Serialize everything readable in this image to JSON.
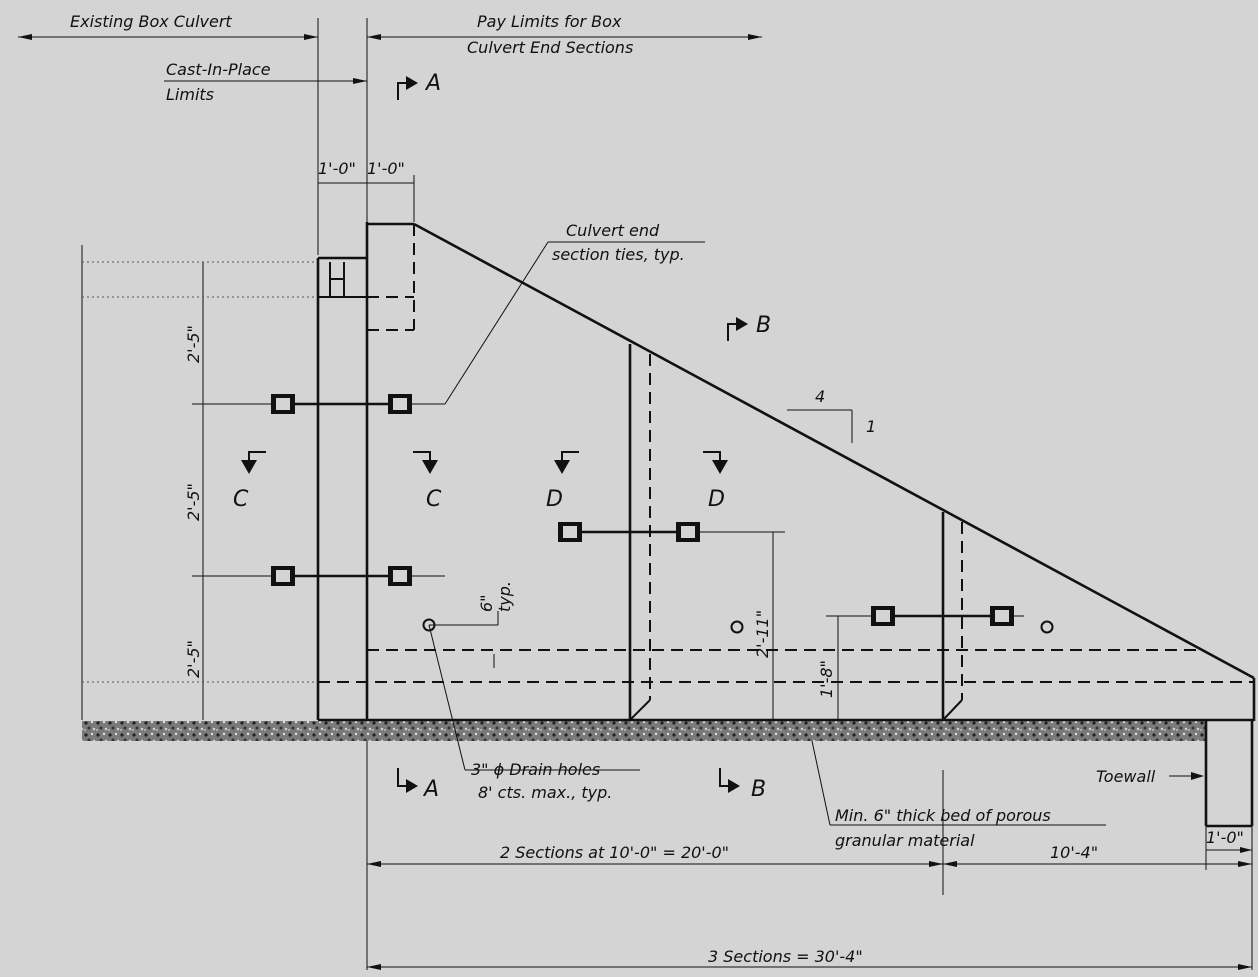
{
  "labels": {
    "existing_box_culvert": "Existing Box Culvert",
    "pay_limits_line1": "Pay Limits for Box",
    "pay_limits_line2": "Culvert End Sections",
    "cast_in_place_line1": "Cast-In-Place",
    "cast_in_place_line2": "Limits",
    "dim_1ft_left": "1'-0\"",
    "dim_1ft_right": "1'-0\"",
    "ties_line1": "Culvert end",
    "ties_line2": "section ties, typ.",
    "slope_run": "4",
    "slope_rise": "1",
    "dim_2ft5_top": "2'-5\"",
    "dim_2ft5_mid": "2'-5\"",
    "dim_2ft5_bot": "2'-5\"",
    "dim_6in_line1": "6\"",
    "dim_6in_line2": "typ.",
    "dim_2ft11": "2'-11\"",
    "dim_1ft8": "1'-8\"",
    "drain_line1": "3\" ϕ Drain holes",
    "drain_line2": "8' cts. max., typ.",
    "toewall": "Toewall",
    "bed_line1": "Min. 6\" thick bed of porous",
    "bed_line2": "granular material",
    "dim_toewall": "1'-0\"",
    "dim_two_sections": "2 Sections at 10'-0\" = 20'-0\"",
    "dim_last_section": "10'-4\"",
    "dim_total": "3 Sections = 30'-4\""
  },
  "section_markers": {
    "a_top": "A",
    "b_top": "B",
    "c_left": "C",
    "c_right": "C",
    "d_left": "D",
    "d_right": "D",
    "a_bottom": "A",
    "b_bottom": "B"
  },
  "colors": {
    "background": "#d4d4d4",
    "ink": "#111111",
    "gravel_base": "#6e6e6e"
  }
}
